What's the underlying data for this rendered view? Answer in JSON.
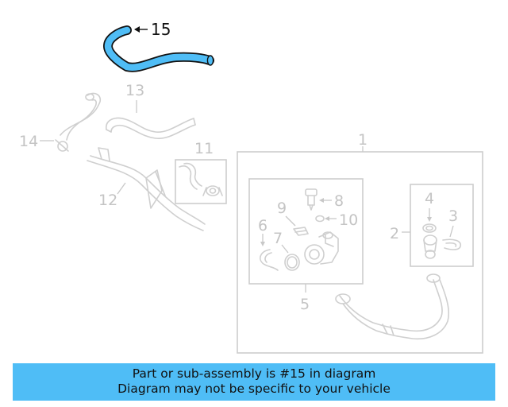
{
  "highlight": {
    "part_number": "15",
    "color": "#4fbdf6",
    "outline": "#111111"
  },
  "callouts": [
    {
      "id": "1",
      "label": "1"
    },
    {
      "id": "2",
      "label": "2"
    },
    {
      "id": "3",
      "label": "3"
    },
    {
      "id": "4",
      "label": "4"
    },
    {
      "id": "5",
      "label": "5"
    },
    {
      "id": "6",
      "label": "6"
    },
    {
      "id": "7",
      "label": "7"
    },
    {
      "id": "8",
      "label": "8"
    },
    {
      "id": "9",
      "label": "9"
    },
    {
      "id": "10",
      "label": "10"
    },
    {
      "id": "11",
      "label": "11"
    },
    {
      "id": "12",
      "label": "12"
    },
    {
      "id": "13",
      "label": "13"
    },
    {
      "id": "14",
      "label": "14"
    },
    {
      "id": "15",
      "label": "15"
    }
  ],
  "banner": {
    "line1": "Part or sub-assembly is #15 in diagram",
    "line2": "Diagram may not be specific to your vehicle",
    "background": "#4fbdf6"
  }
}
